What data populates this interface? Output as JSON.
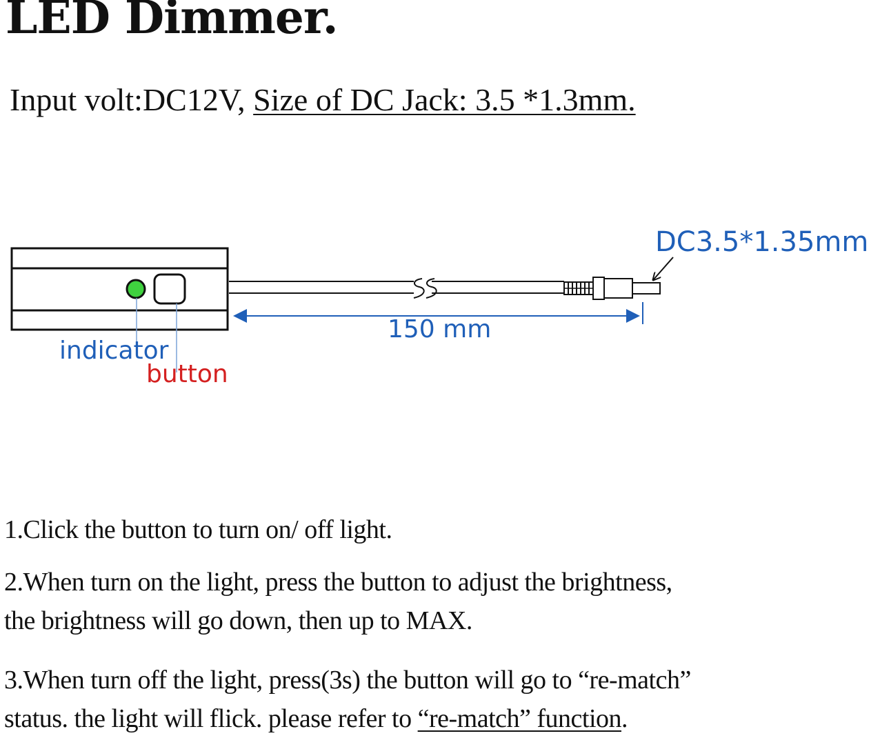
{
  "title": "LED Dimmer.",
  "spec": {
    "input_volt": "Input volt:DC12V, ",
    "jack_size": "Size of DC Jack: 3.5 *1.3mm."
  },
  "diagram": {
    "indicator_label": "indicator",
    "button_label": "button",
    "cable_length_label": "150 mm",
    "plug_label": "DC3.5*1.35mm",
    "colors": {
      "label_blue": "#1f5fb8",
      "label_red": "#d42020",
      "indicator_green": "#3fd13f",
      "dimension_blue": "#1f5fb8"
    }
  },
  "instructions": {
    "step1": "1.Click the button to turn on/ off light.",
    "step2_line1": "2.When turn on the light, press the button to adjust the brightness,",
    "step2_line2": "the brightness will go down, then up to  MAX.",
    "step3_line1": "3.When turn off the light, press(3s) the button will go to “re-match”",
    "step3_line2_prefix": "status. the light will flick. please refer to ",
    "step3_line2_link": "“re-match” function",
    "step3_line2_suffix": "."
  }
}
